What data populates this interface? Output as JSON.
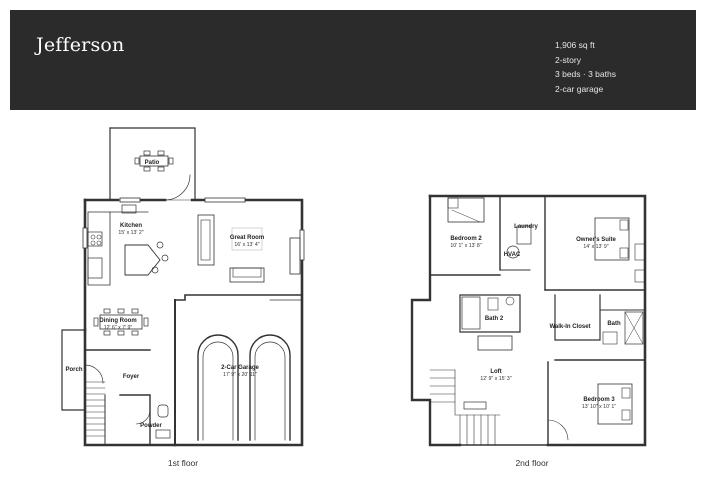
{
  "header": {
    "model_name": "Jefferson",
    "specs": [
      "1,906 sq ft",
      "2-story",
      "3 beds · 3 baths",
      "2-car garage"
    ]
  },
  "floor1": {
    "label": "1st floor",
    "rooms": {
      "patio": {
        "name": "Patio"
      },
      "kitchen": {
        "name": "Kitchen",
        "dims": "15' x 13' 2\""
      },
      "great_room": {
        "name": "Great Room",
        "dims": "16' x 13' 4\""
      },
      "dining_room": {
        "name": "Dining Room",
        "dims": "12' 6\" x 7' 9\""
      },
      "porch": {
        "name": "Porch"
      },
      "foyer": {
        "name": "Foyer"
      },
      "garage": {
        "name": "2-Car Garage",
        "dims": "17' 9\" x 20' 11\""
      },
      "powder": {
        "name": "Powder"
      }
    }
  },
  "floor2": {
    "label": "2nd floor",
    "rooms": {
      "bedroom2": {
        "name": "Bedroom 2",
        "dims": "10' 1\" x 13' 8\""
      },
      "laundry": {
        "name": "Laundry"
      },
      "hvac": {
        "name": "HVAC"
      },
      "owners_suite": {
        "name": "Owner's Suite",
        "dims": "14' x 13' 9\""
      },
      "bath2": {
        "name": "Bath 2"
      },
      "walkin_closet": {
        "name": "Walk-In Closet"
      },
      "bath": {
        "name": "Bath"
      },
      "loft": {
        "name": "Loft",
        "dims": "12' 9\" x 15' 3\""
      },
      "bedroom3": {
        "name": "Bedroom 3",
        "dims": "13' 10\" x 10' 1\""
      }
    }
  },
  "colors": {
    "banner": "#2b2b2b",
    "wall": "#333333",
    "background": "#ffffff"
  }
}
